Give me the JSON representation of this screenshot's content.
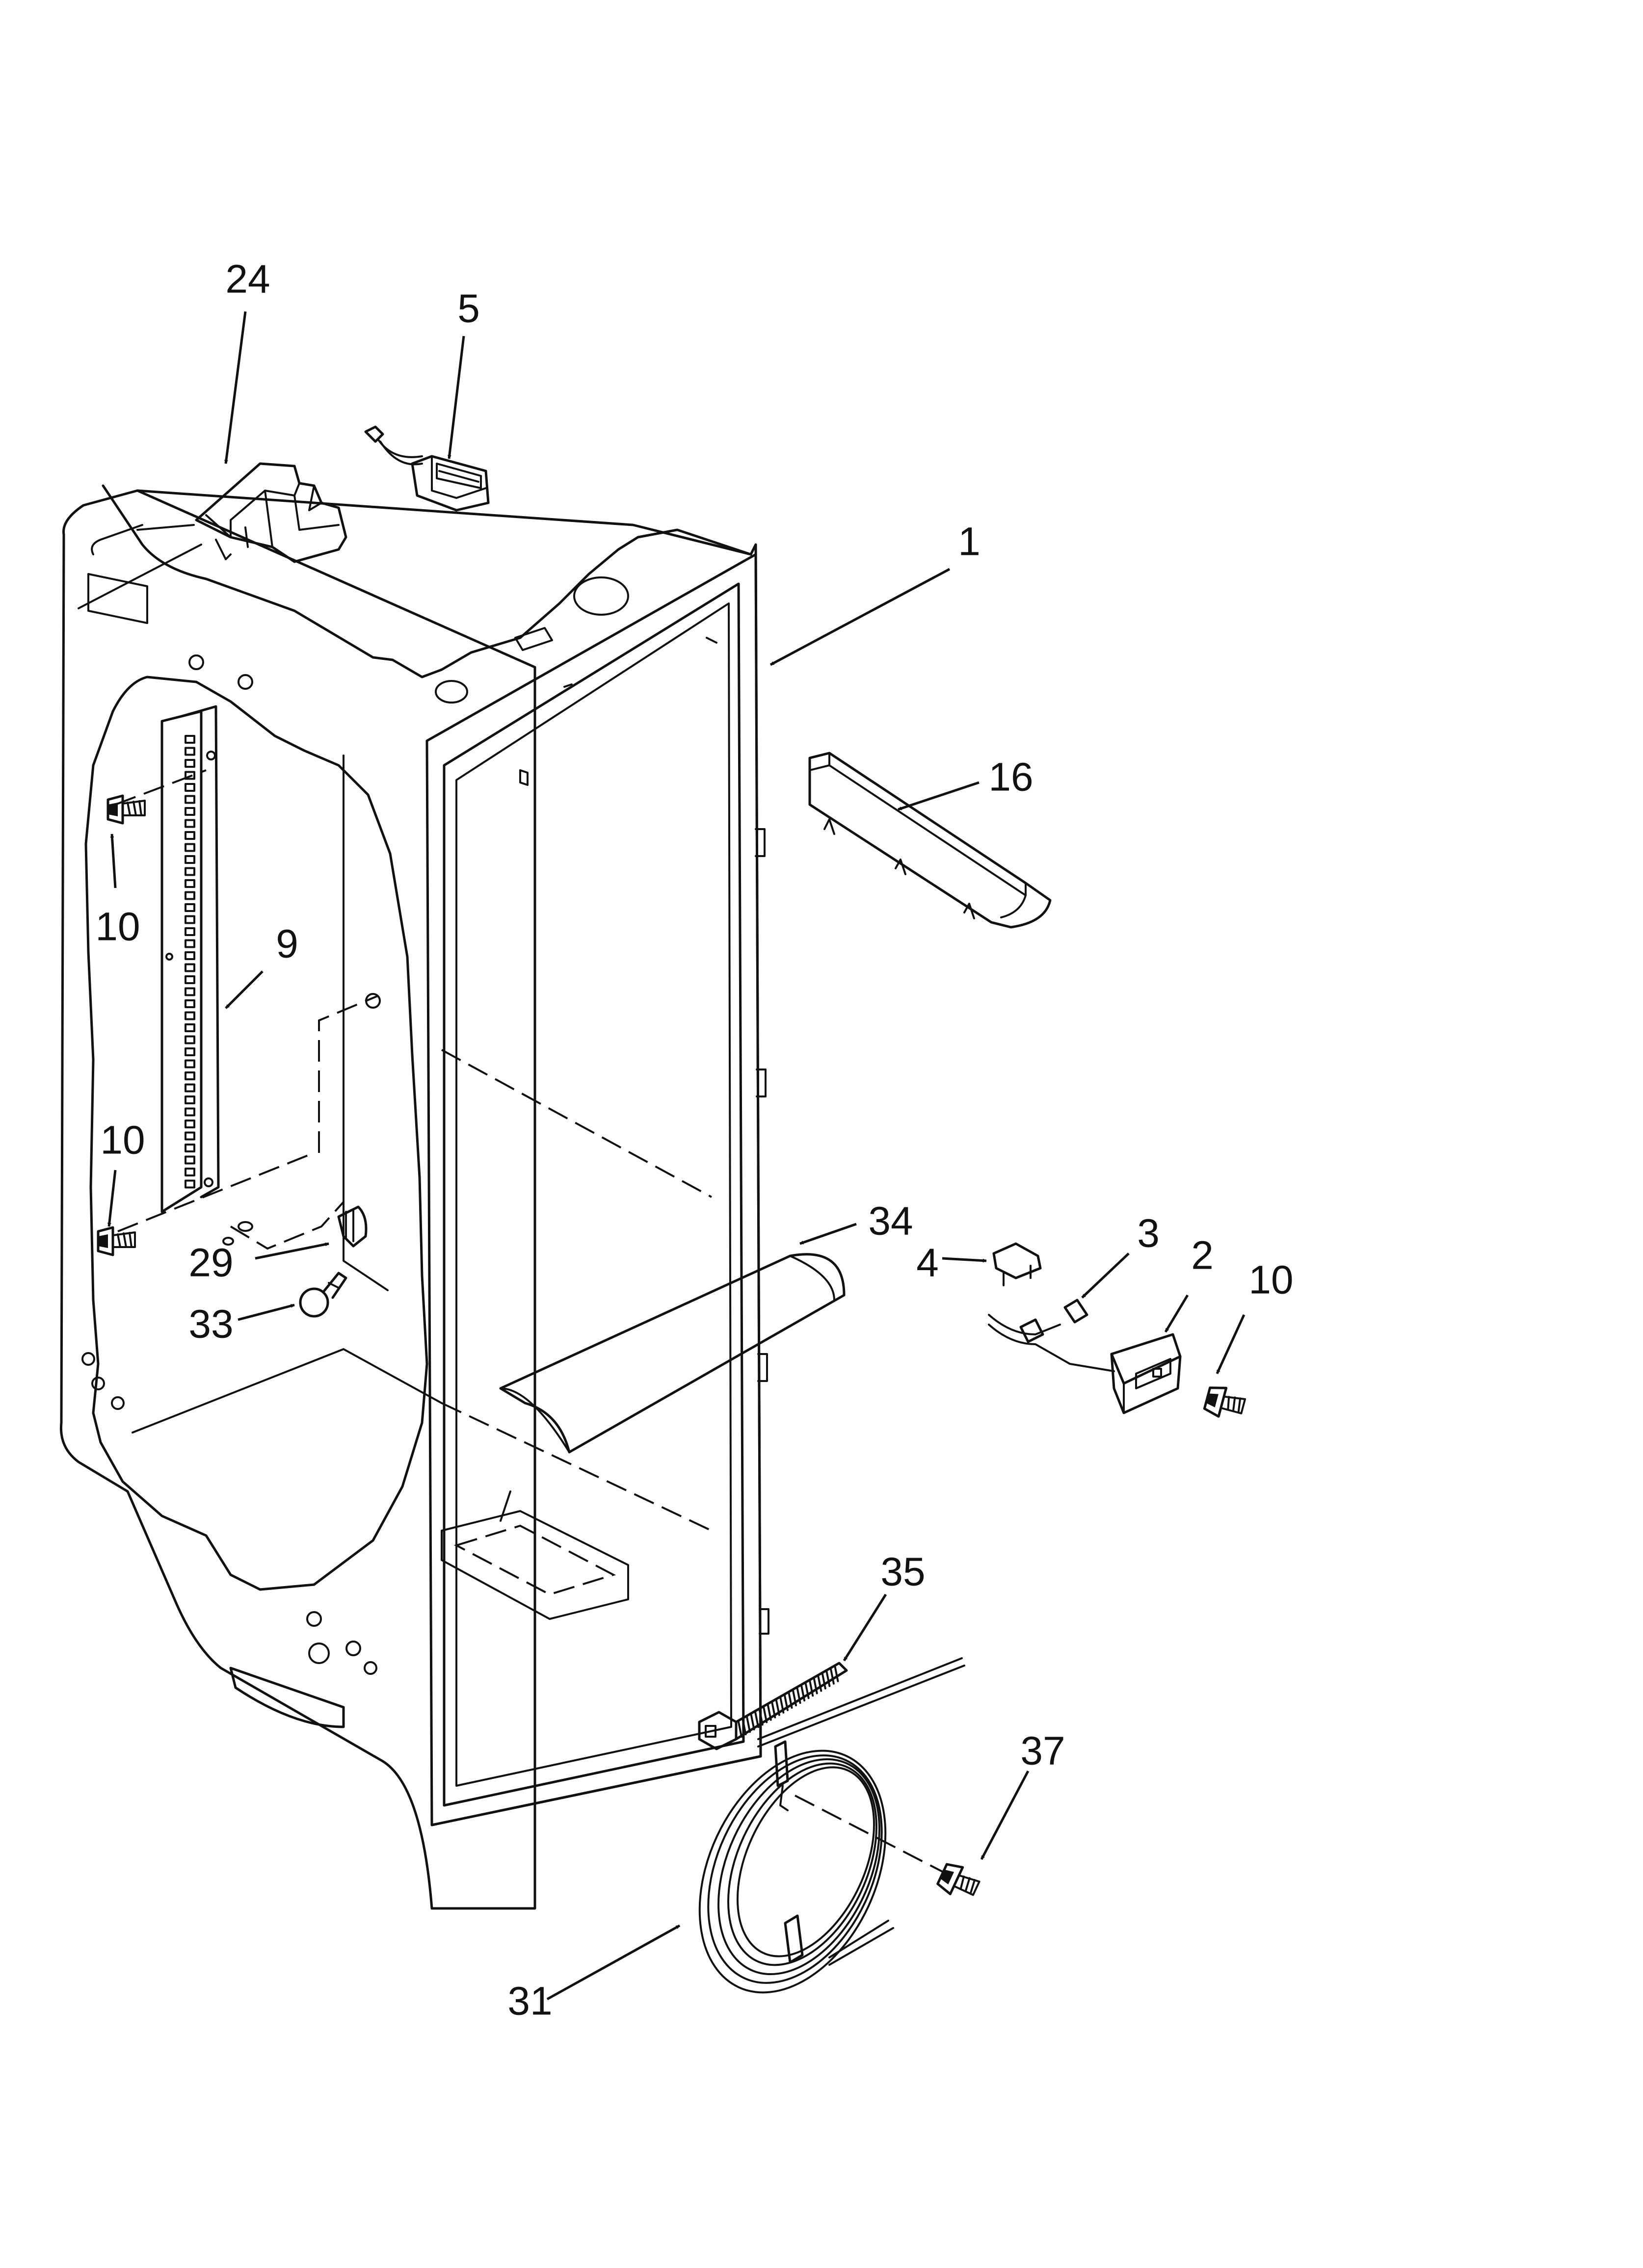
{
  "title": "",
  "callouts": [
    {
      "id": "24",
      "label": "24"
    },
    {
      "id": "5",
      "label": "5"
    },
    {
      "id": "1",
      "label": "1"
    },
    {
      "id": "16",
      "label": "16"
    },
    {
      "id": "10a",
      "label": "10"
    },
    {
      "id": "9",
      "label": "9"
    },
    {
      "id": "10b",
      "label": "10"
    },
    {
      "id": "29",
      "label": "29"
    },
    {
      "id": "33",
      "label": "33"
    },
    {
      "id": "34",
      "label": "34"
    },
    {
      "id": "4",
      "label": "4"
    },
    {
      "id": "3",
      "label": "3"
    },
    {
      "id": "2",
      "label": "2"
    },
    {
      "id": "10c",
      "label": "10"
    },
    {
      "id": "35",
      "label": "35"
    },
    {
      "id": "37",
      "label": "37"
    },
    {
      "id": "31",
      "label": "31"
    }
  ],
  "colors": {
    "line": "#111111",
    "background": "#ffffff"
  }
}
